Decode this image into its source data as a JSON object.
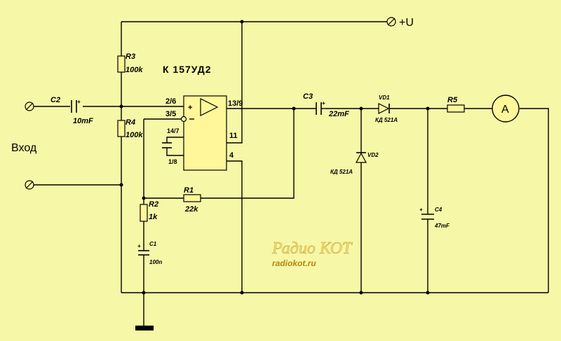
{
  "supply": {
    "label": "+U"
  },
  "input": {
    "label": "Вход"
  },
  "chip": {
    "label": "К 157УД2"
  },
  "pins": {
    "in_plus": "2/6",
    "in_minus": "3/5",
    "out": "13/9",
    "comp_a": "14/7",
    "comp_b": "1/8",
    "vcc": "11",
    "gnd": "4"
  },
  "components": {
    "c2": {
      "ref": "C2",
      "value": "10mF"
    },
    "r3": {
      "ref": "R3",
      "value": "100k"
    },
    "r4": {
      "ref": "R4",
      "value": "100k"
    },
    "r1": {
      "ref": "R1",
      "value": "22k"
    },
    "r2": {
      "ref": "R2",
      "value": "1k"
    },
    "c1": {
      "ref": "C1",
      "value": "100n"
    },
    "c3": {
      "ref": "C3",
      "value": "22mF"
    },
    "vd1": {
      "ref": "VD1",
      "value": "КД 521А"
    },
    "vd2": {
      "ref": "VD2",
      "value": "КД 521А"
    },
    "r5": {
      "ref": "R5"
    },
    "c4": {
      "ref": "C4",
      "value": "47mF"
    },
    "meter": {
      "symbol": "A"
    }
  },
  "watermark": {
    "logo": "Радио КОТ",
    "site": "radiokot.ru"
  },
  "colors": {
    "background": "#f7f7a8",
    "component_fill": "#fff79a",
    "watermark_logo": "#f0e070",
    "watermark_site": "#b8860b"
  }
}
